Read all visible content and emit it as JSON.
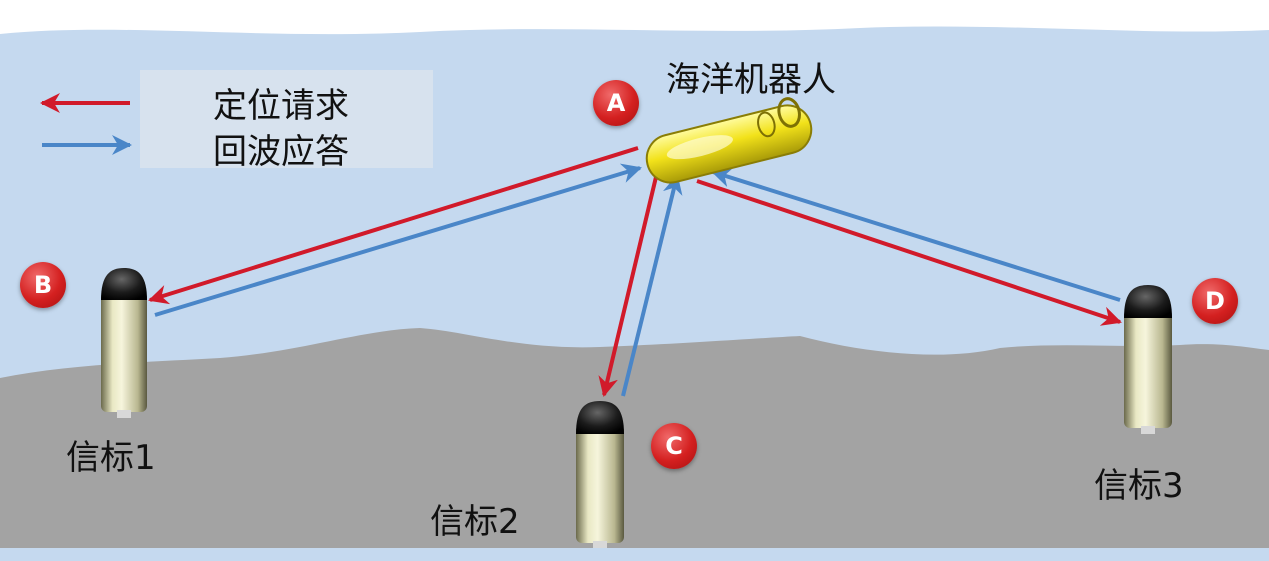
{
  "legend": {
    "request_label": "定位请求",
    "response_label": "回波应答",
    "request_color": "#d11a2a",
    "response_color": "#4a86c8"
  },
  "robot": {
    "label": "海洋机器人",
    "badge": "A"
  },
  "beacons": [
    {
      "label": "信标1",
      "badge": "B"
    },
    {
      "label": "信标2",
      "badge": "C"
    },
    {
      "label": "信标3",
      "badge": "D"
    }
  ],
  "colors": {
    "water": "#c5d9ef",
    "seabed": "#a3a3a3",
    "badge": "#d42020"
  }
}
